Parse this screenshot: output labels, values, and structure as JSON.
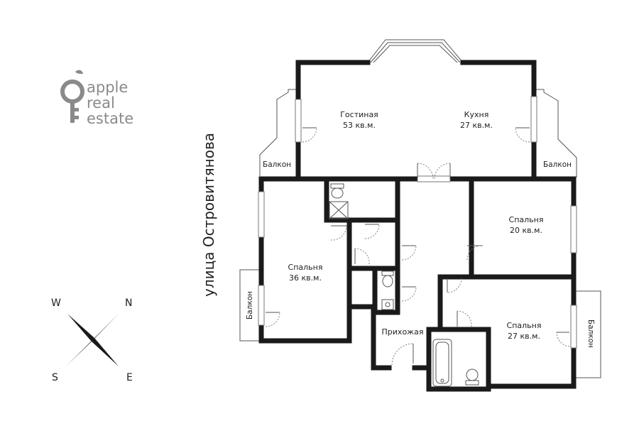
{
  "logo": {
    "lines": [
      "apple",
      "real",
      "estate"
    ],
    "color": "#8a8a8a"
  },
  "street": {
    "name": "улица Островитянова"
  },
  "compass": {
    "n": "N",
    "s": "S",
    "e": "E",
    "w": "W"
  },
  "rooms": {
    "living": {
      "name": "Гостиная",
      "area": "53 кв.м."
    },
    "kitchen": {
      "name": "Кухня",
      "area": "27 кв.м."
    },
    "bedroom_left": {
      "name": "Спальня",
      "area": "36 кв.м."
    },
    "bedroom_right_top": {
      "name": "Спальня",
      "area": "20 кв.м."
    },
    "bedroom_right_bottom": {
      "name": "Спальня",
      "area": "27 кв.м."
    },
    "hallway": {
      "name": "Прихожая"
    }
  },
  "balconies": {
    "top_left": "Балкон",
    "top_right": "Балкон",
    "left": "Балкон",
    "right": "Балкон"
  },
  "colors": {
    "wall": "#1a1a1a",
    "logo": "#8a8a8a"
  }
}
